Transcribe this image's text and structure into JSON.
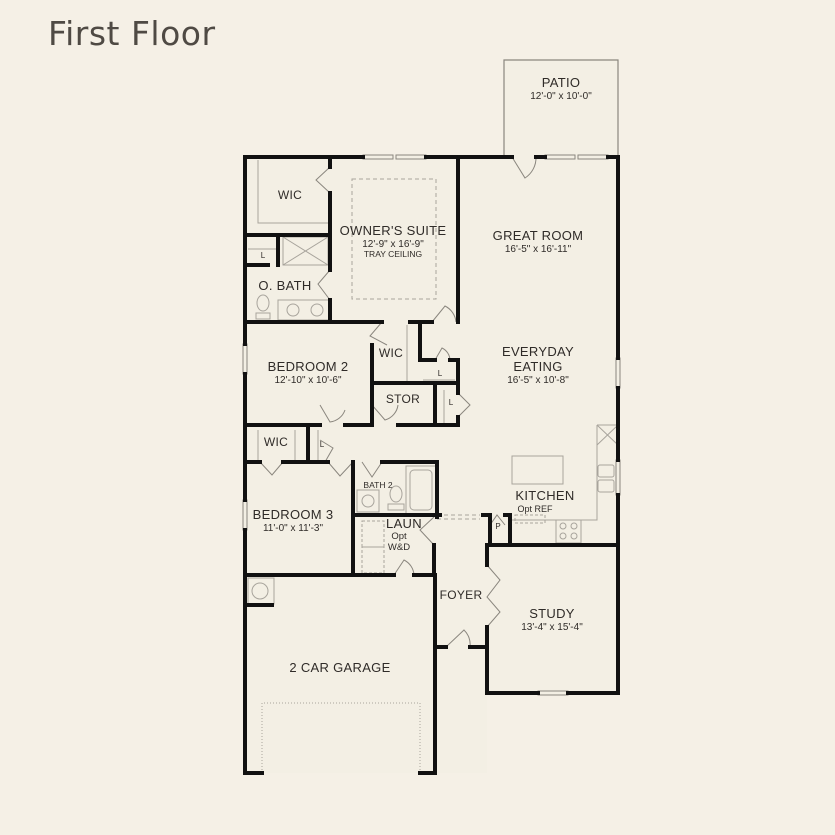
{
  "title": "First Floor",
  "colors": {
    "background": "#f5f0e6",
    "floor_fill": "#f3efe4",
    "wall": "#111111",
    "fixture_line": "#a8a49c",
    "title_text": "#4f4a44"
  },
  "rooms": {
    "patio": {
      "name": "PATIO",
      "dim": "12'-0\" x 10'-0\""
    },
    "wic_owner": {
      "name": "WIC"
    },
    "owners_suite": {
      "name": "OWNER'S SUITE",
      "dim": "12'-9\" x 16'-9\"",
      "note": "TRAY CEILING"
    },
    "owner_bath": {
      "name": "O. BATH"
    },
    "great_room": {
      "name": "GREAT ROOM",
      "dim": "16'-5\" x 16'-11\""
    },
    "bedroom_2": {
      "name": "BEDROOM 2",
      "dim": "12'-10\" x 10'-6\""
    },
    "wic_bed2": {
      "name": "WIC"
    },
    "storage": {
      "name": "STOR"
    },
    "everyday_eating": {
      "name": "EVERYDAY",
      "name2": "EATING",
      "dim": "16'-5\" x 10'-8\""
    },
    "wic_bed3": {
      "name": "WIC"
    },
    "bath_2": {
      "name": "BATH 2"
    },
    "bedroom_3": {
      "name": "BEDROOM 3",
      "dim": "11'-0\" x 11'-3\""
    },
    "kitchen": {
      "name": "KITCHEN",
      "note": "Opt REF"
    },
    "laundry": {
      "name": "LAUN",
      "note": "Opt",
      "note2": "W&D"
    },
    "foyer": {
      "name": "FOYER"
    },
    "study": {
      "name": "STUDY",
      "dim": "13'-4\" x 15'-4\""
    },
    "garage": {
      "name": "2 CAR GARAGE"
    }
  },
  "closet_labels": {
    "linen": "L",
    "pantry": "P"
  }
}
